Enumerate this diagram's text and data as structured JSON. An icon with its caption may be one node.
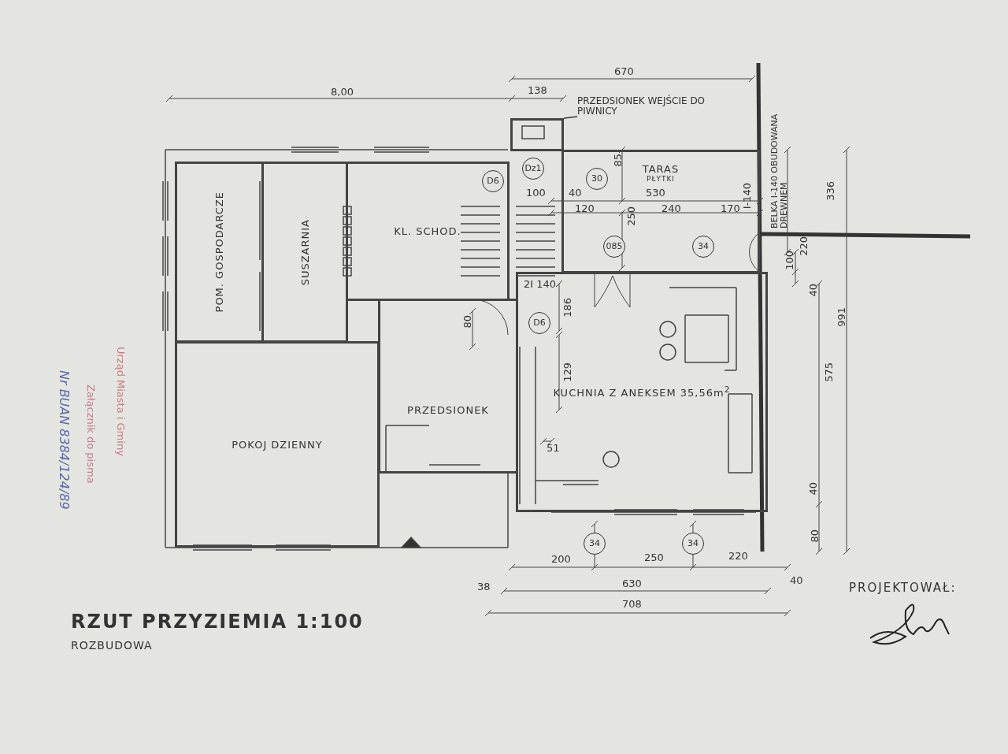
{
  "diagram": {
    "title": "RZUT PRZYZIEMIA 1:100",
    "nodes": [
      {
        "text": [
          "POM. GOSPODARCZE"
        ]
      },
      {
        "text": [
          "SUSZARNIA"
        ]
      },
      {
        "text": [
          "KL. SCHOD."
        ]
      },
      {
        "text": [
          "PRZEDSIONEK WEJŚCIE DO PIWNICY"
        ]
      },
      {
        "text": [],
        "shape": "box"
      },
      {
        "text": [
          "TARAS",
          "PŁYTKI"
        ]
      },
      {
        "text": [
          "PRZEDSIONEK"
        ]
      },
      {
        "text": [
          "KUCHNIA Z ANEKSEM 35,56m$^{2}$"
        ]
      },
      {
        "text": [
          "POKOJ DZIENNY"
        ]
      }
    ],
    "edges": [
      {
        "from": 3,
        "to": 4,
        "arrow": "none"
      }
    ],
    "labels": [
      "670",
      "8,00",
      "138",
      "BELKA I-140 OBUDOWANA DREWNEM",
      "85",
      "D6",
      "Dz1",
      "30",
      "I-140",
      "100",
      "40",
      "530",
      "120",
      "250",
      "240",
      "170",
      "336",
      "085",
      "34",
      "100",
      "220",
      "2I 140",
      "40",
      "186",
      "80",
      "D6",
      "991",
      "129",
      "575",
      "51",
      "40",
      "80",
      "34",
      "34",
      "200",
      "250",
      "220",
      "38",
      "630",
      "40",
      "708",
      "PROJEKTOWAŁ:",
      "ROZBUDOWA",
      "Nr BUAN 8384/124/89",
      "Załącznik do pisma",
      "Urząd Miasta i Gminy"
    ]
  }
}
